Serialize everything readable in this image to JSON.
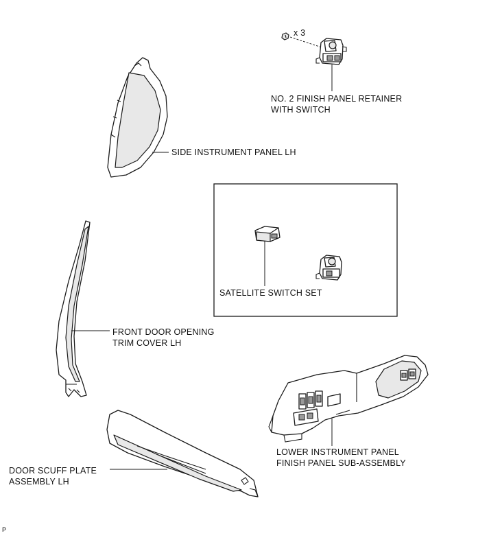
{
  "labels": {
    "qty": "x 3",
    "retainer_line1": "NO. 2 FINISH PANEL RETAINER",
    "retainer_line2": "WITH SWITCH",
    "side_panel": "SIDE INSTRUMENT PANEL LH",
    "satellite": "SATELLITE SWITCH SET",
    "door_trim_line1": "FRONT DOOR OPENING",
    "door_trim_line2": "TRIM COVER LH",
    "lower_panel_line1": "LOWER INSTRUMENT PANEL",
    "lower_panel_line2": "FINISH PANEL SUB-ASSEMBLY",
    "scuff_line1": "DOOR SCUFF PLATE",
    "scuff_line2": "ASSEMBLY LH",
    "corner_code": "P"
  }
}
